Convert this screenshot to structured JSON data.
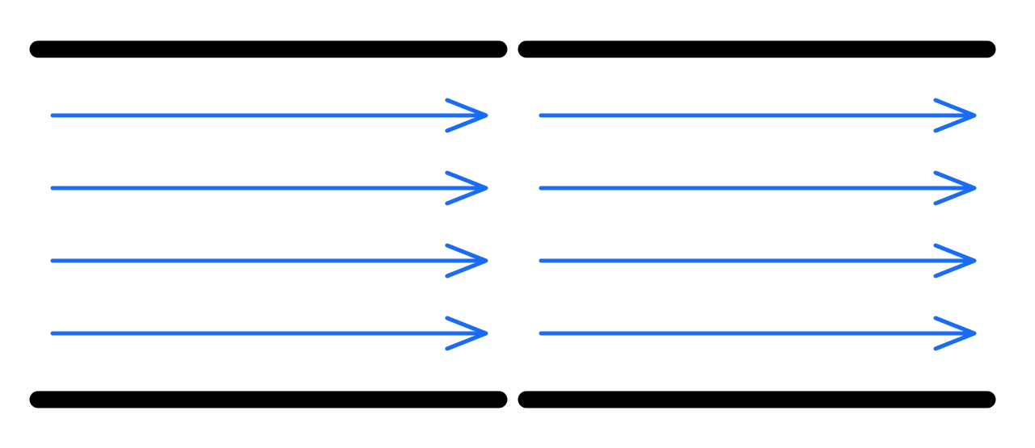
{
  "diagram": {
    "panels": [
      {
        "id": "left",
        "arrow_count": 4,
        "arrow_direction": "right"
      },
      {
        "id": "right",
        "arrow_count": 4,
        "arrow_direction": "right"
      }
    ],
    "colors": {
      "background": "#ffffff",
      "wall": "#000000",
      "arrow": "#1a6cf5"
    }
  }
}
